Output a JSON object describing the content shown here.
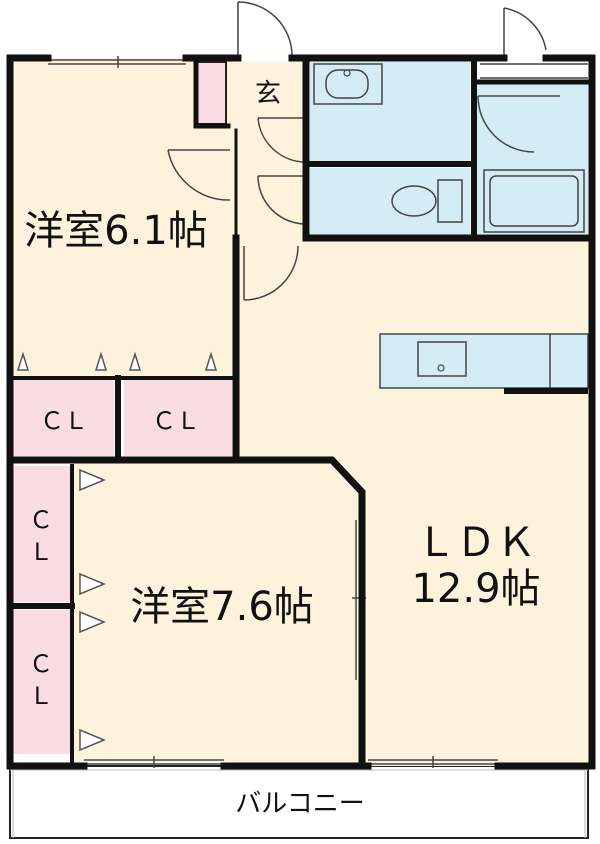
{
  "rooms": {
    "western1": {
      "label": "洋室6.1帖"
    },
    "western2": {
      "label": "洋室7.6帖"
    },
    "ldk": {
      "label": "ＬＤＫ",
      "size": "12.9帖"
    },
    "entrance": {
      "label": "玄"
    },
    "balcony": {
      "label": "バルコニー"
    },
    "closets": [
      "ＣＬ",
      "ＣＬ",
      "Ｃ",
      "Ｌ",
      "Ｃ",
      "Ｌ"
    ]
  },
  "colors": {
    "room_floor": "#FDF3DD",
    "closet": "#F9DCE4",
    "wet_area": "#D4ECF6",
    "wall": "#111111",
    "balcony": "#FFFFFF"
  }
}
